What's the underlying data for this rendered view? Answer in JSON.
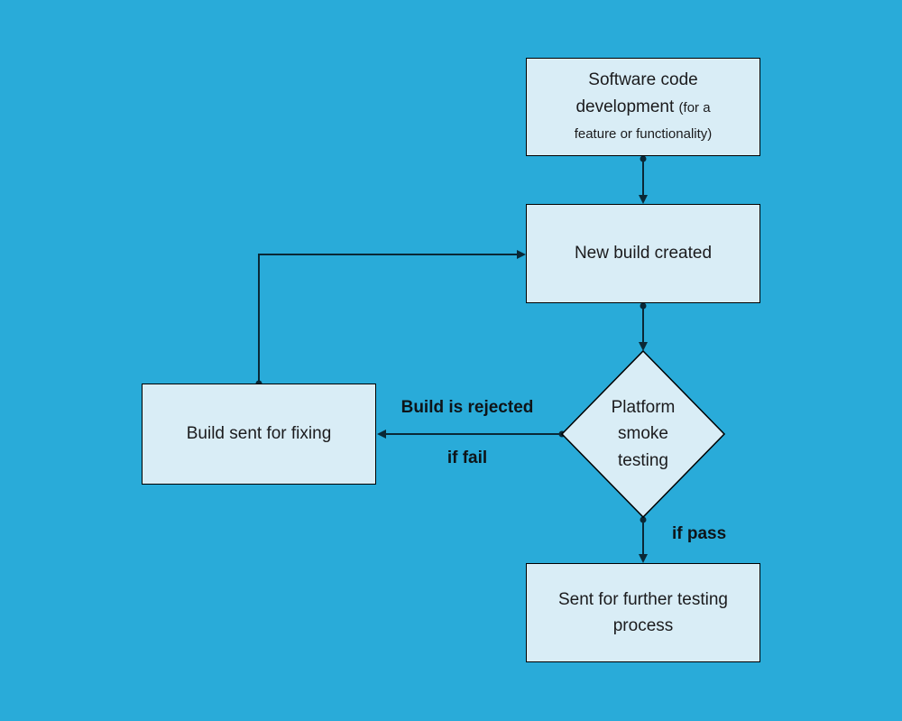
{
  "theme": {
    "background": "#29ABD9",
    "node_fill": "#D9EDF6",
    "node_border": "#000000",
    "connector": "#0A2836",
    "text": "#1B1B1D",
    "label_text": "#0E1418"
  },
  "diagram": {
    "type": "flowchart",
    "nodes": {
      "software_dev": {
        "shape": "rectangle",
        "text_main": "Software code development",
        "text_note": "(for a feature or functionality)"
      },
      "new_build": {
        "shape": "rectangle",
        "label": "New build created"
      },
      "smoke_testing": {
        "shape": "diamond",
        "label": "Platform smoke testing"
      },
      "build_fixing": {
        "shape": "rectangle",
        "label": "Build sent for fixing"
      },
      "further_testing": {
        "shape": "rectangle",
        "label": "Sent for further testing process"
      }
    },
    "edges": [
      {
        "from": "software_dev",
        "to": "new_build",
        "label": ""
      },
      {
        "from": "new_build",
        "to": "smoke_testing",
        "label": ""
      },
      {
        "from": "smoke_testing",
        "to": "build_fixing",
        "label": "Build is rejected if fail"
      },
      {
        "from": "smoke_testing",
        "to": "further_testing",
        "label": "if pass"
      },
      {
        "from": "build_fixing",
        "to": "new_build",
        "label": ""
      }
    ],
    "edge_labels": {
      "rejected": "Build is rejected",
      "if_fail": "if fail",
      "if_pass": "if pass"
    }
  }
}
